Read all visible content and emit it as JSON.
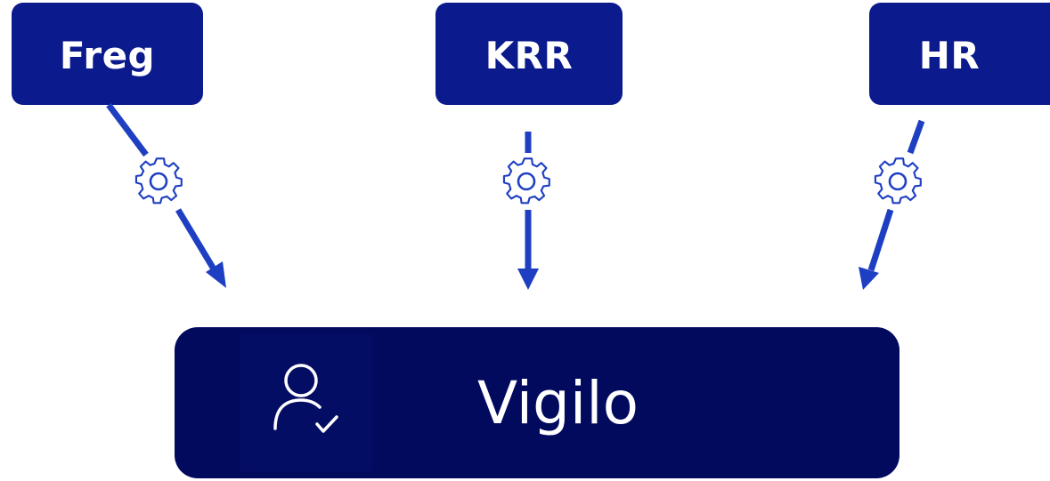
{
  "colors": {
    "source_box": "#0b1a8c",
    "target_box": "#020a5e",
    "connector": "#1f3fc2",
    "text": "#ffffff"
  },
  "sources": [
    {
      "id": "freg",
      "label": "Freg"
    },
    {
      "id": "krr",
      "label": "KRR"
    },
    {
      "id": "hr",
      "label": "HR"
    }
  ],
  "connector_icon": "gear-icon",
  "target": {
    "label": "Vigilo",
    "icon": "user-check-icon"
  }
}
